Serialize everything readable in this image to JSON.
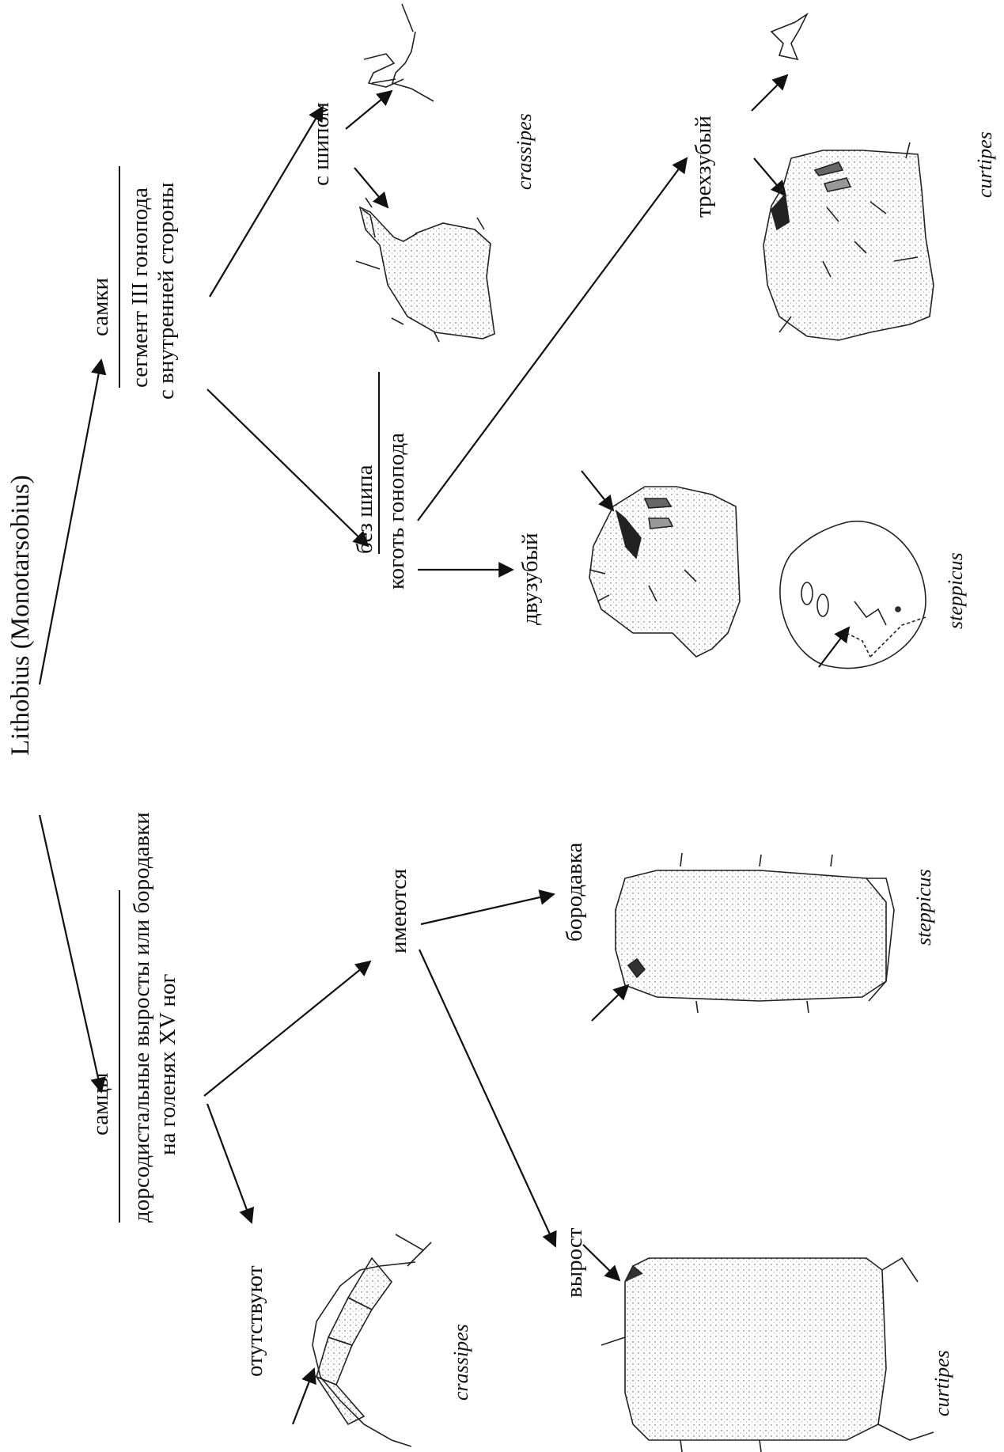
{
  "root": {
    "genus": "Lithobius",
    "subgenus": "(Monotarsobius)"
  },
  "males": {
    "heading": "самцы",
    "character_line1": "дорсодистальные выросты или бородавки",
    "character_line2": "на голенях XV ног",
    "absent": "отутствуют",
    "present": "имеются",
    "wart": "бородавка",
    "outgrowth": "вырост",
    "species_absent": "crassipes",
    "species_wart": "steppicus",
    "species_outgrowth": "curtipes"
  },
  "females": {
    "heading": "самки",
    "character_line1": "сегмент III гонопода",
    "character_line2": "с внутренней стороны",
    "with_spine": "с шипом",
    "without_spine": "без шипа",
    "claw": "коготь гонопода",
    "bidentate": "двузубый",
    "tridentate": "трехзубый",
    "species_spine": "crassipes",
    "species_bidentate": "steppicus",
    "species_tridentate": "curtipes"
  }
}
